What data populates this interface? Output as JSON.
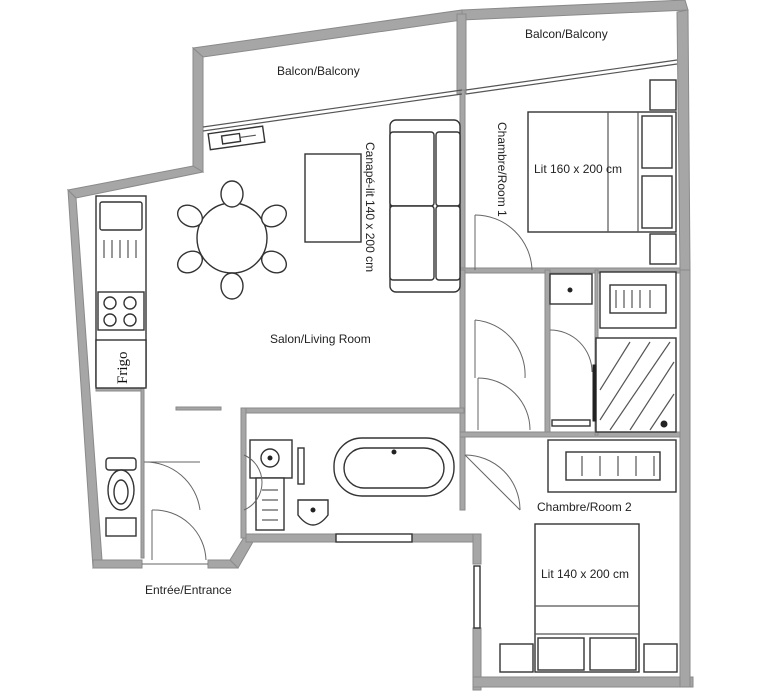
{
  "labels": {
    "balcony_left": "Balcon/Balcony",
    "balcony_right": "Balcon/Balcony",
    "sofa_bed": "Canapé-lit 140 x 200 cm",
    "room1": "Chambre/Room 1",
    "bed1": "Lit 160 x 200 cm",
    "living_room": "Salon/Living Room",
    "fridge": "Frigo",
    "room2": "Chambre/Room 2",
    "bed2": "Lit 140 x 200 cm",
    "entrance": "Entrée/Entrance"
  }
}
